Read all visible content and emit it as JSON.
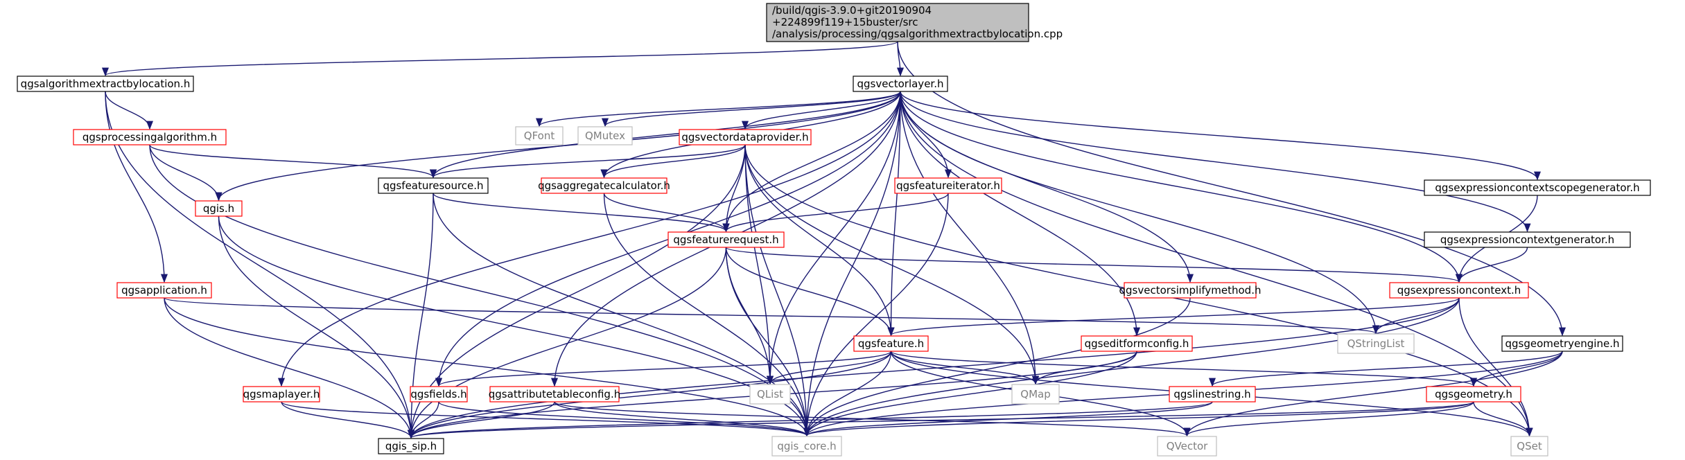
{
  "colors": {
    "edge": "#191970",
    "root_fill": "#bfbfbf",
    "box_border": "#000000",
    "linked_border": "#ff0000",
    "external_border": "#bfbfbf",
    "external_text": "#7f7f7f",
    "text": "#000000"
  },
  "nodes": [
    {
      "id": "root",
      "kind": "root",
      "lines": [
        "/build/qgis-3.9.0+git20190904",
        "+224899f119+15buster/src",
        "/analysis/processing/qgsalgorithmextractbylocation.cpp"
      ]
    },
    {
      "id": "extract_h",
      "kind": "plain",
      "lines": [
        "qgsalgorithmextractbylocation.h"
      ]
    },
    {
      "id": "vectorlayer",
      "kind": "plain",
      "lines": [
        "qgsvectorlayer.h"
      ]
    },
    {
      "id": "processingalg",
      "kind": "linked",
      "lines": [
        "qgsprocessingalgorithm.h"
      ]
    },
    {
      "id": "qfont",
      "kind": "external",
      "lines": [
        "QFont"
      ]
    },
    {
      "id": "qmutex",
      "kind": "external",
      "lines": [
        "QMutex"
      ]
    },
    {
      "id": "vdp",
      "kind": "linked",
      "lines": [
        "qgsvectordataprovider.h"
      ]
    },
    {
      "id": "featuresource",
      "kind": "plain",
      "lines": [
        "qgsfeaturesource.h"
      ]
    },
    {
      "id": "aggcalc",
      "kind": "linked",
      "lines": [
        "qgsaggregatecalculator.h"
      ]
    },
    {
      "id": "featit",
      "kind": "linked",
      "lines": [
        "qgsfeatureiterator.h"
      ]
    },
    {
      "id": "exprscopegen",
      "kind": "plain",
      "lines": [
        "qgsexpressioncontextscopegenerator.h"
      ]
    },
    {
      "id": "qgis",
      "kind": "linked",
      "lines": [
        "qgis.h"
      ]
    },
    {
      "id": "featreq",
      "kind": "linked",
      "lines": [
        "qgsfeaturerequest.h"
      ]
    },
    {
      "id": "exprgen",
      "kind": "plain",
      "lines": [
        "qgsexpressioncontextgenerator.h"
      ]
    },
    {
      "id": "application",
      "kind": "linked",
      "lines": [
        "qgsapplication.h"
      ]
    },
    {
      "id": "vsimplify",
      "kind": "linked",
      "lines": [
        "qgsvectorsimplifymethod.h"
      ]
    },
    {
      "id": "exprctx",
      "kind": "linked",
      "lines": [
        "qgsexpressioncontext.h"
      ]
    },
    {
      "id": "feature",
      "kind": "linked",
      "lines": [
        "qgsfeature.h"
      ]
    },
    {
      "id": "editform",
      "kind": "linked",
      "lines": [
        "qgseditformconfig.h"
      ]
    },
    {
      "id": "qstringlist",
      "kind": "external",
      "lines": [
        "QStringList"
      ]
    },
    {
      "id": "geomengine",
      "kind": "plain",
      "lines": [
        "qgsgeometryengine.h"
      ]
    },
    {
      "id": "maplayer",
      "kind": "linked",
      "lines": [
        "qgsmaplayer.h"
      ]
    },
    {
      "id": "fields",
      "kind": "linked",
      "lines": [
        "qgsfields.h"
      ]
    },
    {
      "id": "attrtable",
      "kind": "linked",
      "lines": [
        "qgsattributetableconfig.h"
      ]
    },
    {
      "id": "qlist",
      "kind": "external",
      "lines": [
        "QList"
      ]
    },
    {
      "id": "qmap",
      "kind": "external",
      "lines": [
        "QMap"
      ]
    },
    {
      "id": "linestring",
      "kind": "linked",
      "lines": [
        "qgslinestring.h"
      ]
    },
    {
      "id": "geometry",
      "kind": "linked",
      "lines": [
        "qgsgeometry.h"
      ]
    },
    {
      "id": "sip",
      "kind": "plain",
      "lines": [
        "qgis_sip.h"
      ]
    },
    {
      "id": "core",
      "kind": "external",
      "lines": [
        "qgis_core.h"
      ]
    },
    {
      "id": "qvector",
      "kind": "external",
      "lines": [
        "QVector"
      ]
    },
    {
      "id": "qset",
      "kind": "external",
      "lines": [
        "QSet"
      ]
    }
  ],
  "edges": [
    [
      "root",
      "extract_h"
    ],
    [
      "root",
      "vectorlayer"
    ],
    [
      "root",
      "geomengine"
    ],
    [
      "extract_h",
      "processingalg"
    ],
    [
      "extract_h",
      "application"
    ],
    [
      "extract_h",
      "sip"
    ],
    [
      "processingalg",
      "featuresource"
    ],
    [
      "processingalg",
      "qgis"
    ],
    [
      "processingalg",
      "core"
    ],
    [
      "vectorlayer",
      "qfont"
    ],
    [
      "vectorlayer",
      "qmutex"
    ],
    [
      "vectorlayer",
      "vdp"
    ],
    [
      "vectorlayer",
      "featuresource"
    ],
    [
      "vectorlayer",
      "aggcalc"
    ],
    [
      "vectorlayer",
      "featit"
    ],
    [
      "vectorlayer",
      "exprscopegen"
    ],
    [
      "vectorlayer",
      "qgis"
    ],
    [
      "vectorlayer",
      "featreq"
    ],
    [
      "vectorlayer",
      "exprgen"
    ],
    [
      "vectorlayer",
      "vsimplify"
    ],
    [
      "vectorlayer",
      "exprctx"
    ],
    [
      "vectorlayer",
      "feature"
    ],
    [
      "vectorlayer",
      "editform"
    ],
    [
      "vectorlayer",
      "qstringlist"
    ],
    [
      "vectorlayer",
      "maplayer"
    ],
    [
      "vectorlayer",
      "fields"
    ],
    [
      "vectorlayer",
      "attrtable"
    ],
    [
      "vectorlayer",
      "qlist"
    ],
    [
      "vectorlayer",
      "qmap"
    ],
    [
      "vectorlayer",
      "core"
    ],
    [
      "vectorlayer",
      "qset"
    ],
    [
      "vdp",
      "featuresource"
    ],
    [
      "vdp",
      "aggcalc"
    ],
    [
      "vdp",
      "featreq"
    ],
    [
      "vdp",
      "feature"
    ],
    [
      "vdp",
      "qlist"
    ],
    [
      "vdp",
      "qmap"
    ],
    [
      "vdp",
      "core"
    ],
    [
      "vdp",
      "qset"
    ],
    [
      "vdp",
      "sip"
    ],
    [
      "featuresource",
      "featreq"
    ],
    [
      "featuresource",
      "core"
    ],
    [
      "featuresource",
      "sip"
    ],
    [
      "aggcalc",
      "featreq"
    ],
    [
      "aggcalc",
      "core"
    ],
    [
      "featit",
      "featreq"
    ],
    [
      "featit",
      "core"
    ],
    [
      "exprscopegen",
      "exprctx"
    ],
    [
      "exprgen",
      "exprctx"
    ],
    [
      "qgis",
      "sip"
    ],
    [
      "qgis",
      "core"
    ],
    [
      "featreq",
      "feature"
    ],
    [
      "featreq",
      "exprctx"
    ],
    [
      "featreq",
      "qlist"
    ],
    [
      "featreq",
      "sip"
    ],
    [
      "featreq",
      "core"
    ],
    [
      "application",
      "qstringlist"
    ],
    [
      "application",
      "sip"
    ],
    [
      "application",
      "core"
    ],
    [
      "vsimplify",
      "core"
    ],
    [
      "exprctx",
      "feature"
    ],
    [
      "exprctx",
      "qstringlist"
    ],
    [
      "exprctx",
      "qset"
    ],
    [
      "exprctx",
      "sip"
    ],
    [
      "exprctx",
      "core"
    ],
    [
      "feature",
      "fields"
    ],
    [
      "feature",
      "qlist"
    ],
    [
      "feature",
      "qmap"
    ],
    [
      "feature",
      "geometry"
    ],
    [
      "feature",
      "sip"
    ],
    [
      "feature",
      "core"
    ],
    [
      "feature",
      "qvector"
    ],
    [
      "feature",
      "qset"
    ],
    [
      "editform",
      "qmap"
    ],
    [
      "editform",
      "sip"
    ],
    [
      "editform",
      "core"
    ],
    [
      "geomengine",
      "linestring"
    ],
    [
      "geomengine",
      "geometry"
    ],
    [
      "geomengine",
      "core"
    ],
    [
      "geomengine",
      "qvector"
    ],
    [
      "maplayer",
      "sip"
    ],
    [
      "maplayer",
      "core"
    ],
    [
      "fields",
      "sip"
    ],
    [
      "fields",
      "core"
    ],
    [
      "attrtable",
      "sip"
    ],
    [
      "attrtable",
      "core"
    ],
    [
      "attrtable",
      "qvector"
    ],
    [
      "linestring",
      "sip"
    ],
    [
      "linestring",
      "core"
    ],
    [
      "geometry",
      "sip"
    ],
    [
      "geometry",
      "core"
    ],
    [
      "geometry",
      "qvector"
    ],
    [
      "geometry",
      "qset"
    ]
  ]
}
